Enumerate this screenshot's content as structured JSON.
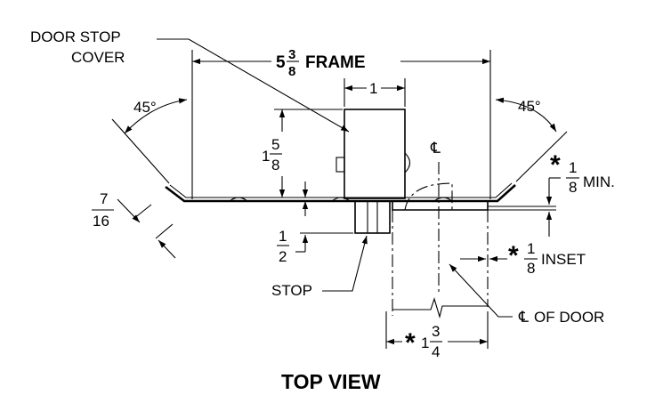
{
  "title": "TOP VIEW",
  "labels": {
    "door_stop_cover_1": "DOOR STOP",
    "door_stop_cover_2": "COVER",
    "frame_whole": "5",
    "frame_num": "3",
    "frame_den": "8",
    "frame_word": "FRAME",
    "stop_width": "1",
    "angle_left": "45°",
    "angle_right": "45°",
    "height_whole": "1",
    "height_num": "5",
    "height_den": "8",
    "return_num": "7",
    "return_den": "16",
    "stop_depth_num": "1",
    "stop_depth_den": "2",
    "stop": "STOP",
    "min_star": "*",
    "min_num": "1",
    "min_den": "8",
    "min_word": "MIN.",
    "inset_star": "*",
    "inset_num": "1",
    "inset_den": "8",
    "inset_word": "INSET",
    "door_whole": "1",
    "door_num": "3",
    "door_den": "4",
    "door_star": "*",
    "centerline": "℄",
    "centerline_door_symbol": "℄",
    "centerline_door_text": "OF DOOR"
  }
}
